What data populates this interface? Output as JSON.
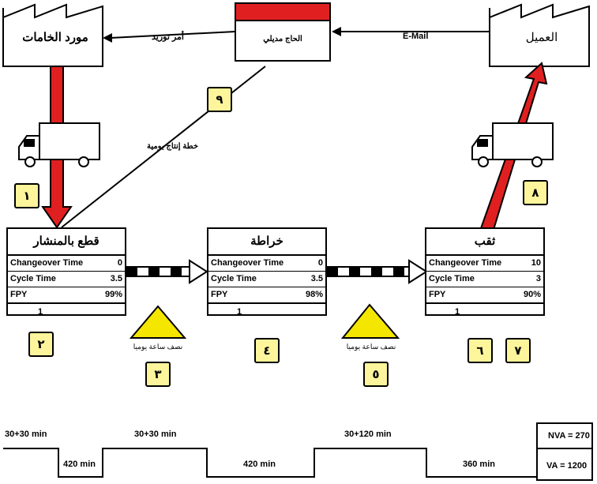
{
  "supplier": {
    "name": "مورد الخامات"
  },
  "control": {
    "name": "الحاج مديلي"
  },
  "customer": {
    "name": "العميل"
  },
  "info_flows": {
    "control_to_supplier": "أمر توريد",
    "customer_to_control": "E-Mail",
    "control_to_process": "خطة إنتاج يومية"
  },
  "processes": [
    {
      "title": "قطع بالمنشار",
      "changeover_label": "Changeover Time",
      "changeover": "0",
      "cycle_label": "Cycle Time",
      "cycle": "3.5",
      "fpy_label": "FPY",
      "fpy": "99%",
      "operators": "1"
    },
    {
      "title": "خراطة",
      "changeover_label": "Changeover Time",
      "changeover": "0",
      "cycle_label": "Cycle Time",
      "cycle": "3.5",
      "fpy_label": "FPY",
      "fpy": "98%",
      "operators": "1"
    },
    {
      "title": "ثقب",
      "changeover_label": "Changeover Time",
      "changeover": "10",
      "cycle_label": "Cycle Time",
      "cycle": "3",
      "fpy_label": "FPY",
      "fpy": "90%",
      "operators": "1"
    }
  ],
  "inventory": [
    {
      "label": "نصف ساعة يوميا"
    },
    {
      "label": "نصف ساعة يوميا"
    }
  ],
  "notes": [
    "١",
    "٢",
    "٣",
    "٤",
    "٥",
    "٦",
    "٧",
    "٨",
    "٩"
  ],
  "timeline": {
    "nva_segments": [
      "30+30 min",
      "30+30 min",
      "30+120 min"
    ],
    "va_segments": [
      "420 min",
      "420 min",
      "360 min"
    ],
    "nva_total": "NVA = 270",
    "va_total": "VA = 1200"
  },
  "colors": {
    "push_arrow": "#e02020",
    "inventory_triangle": "#f5e600",
    "note_fill": "#fcf59b",
    "control_header": "#e02020"
  }
}
